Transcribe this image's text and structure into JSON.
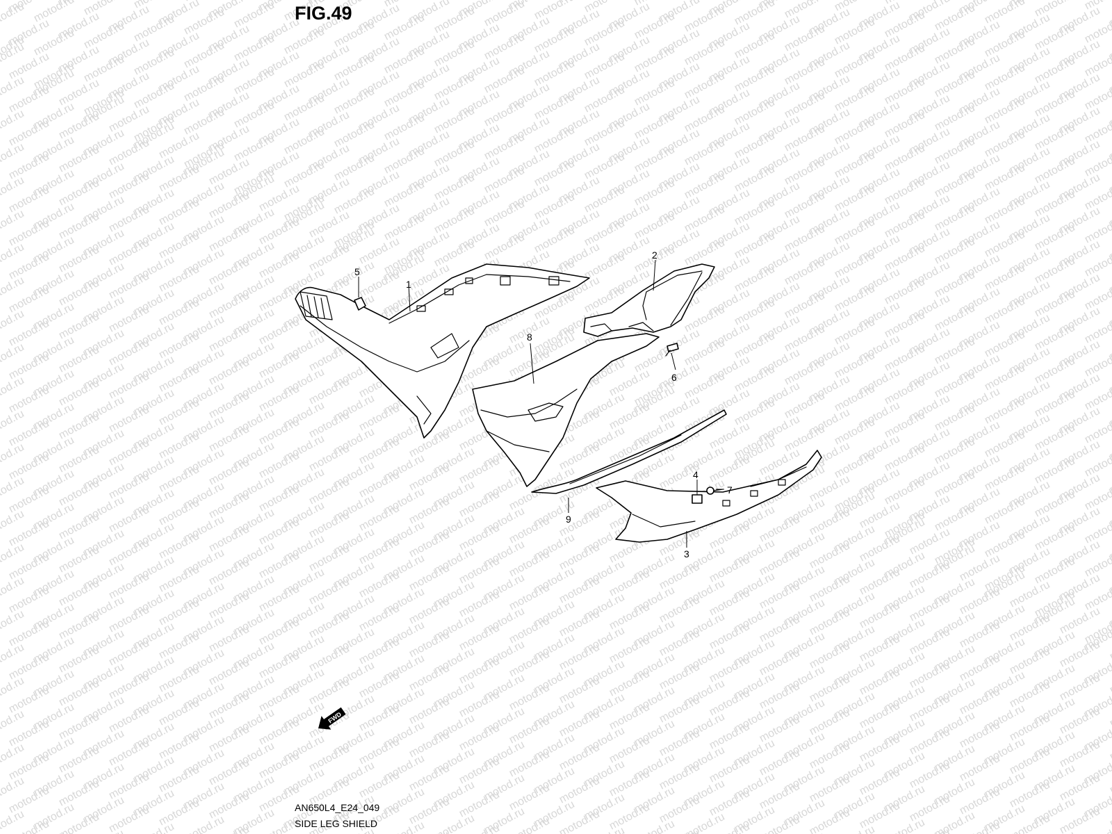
{
  "figure": {
    "title": "FIG.49",
    "code": "AN650L4_E24_049",
    "name": "SIDE LEG SHIELD"
  },
  "watermark": {
    "text": "motod.ru",
    "color": "#d7d7d7"
  },
  "fwd_label": "FWD",
  "callouts": {
    "c1": "1",
    "c2": "2",
    "c3": "3",
    "c4": "4",
    "c5": "5",
    "c6": "6",
    "c7": "7",
    "c8": "8",
    "c9": "9"
  },
  "icons": {
    "fwd_arrow": "fwd-arrow-icon"
  }
}
